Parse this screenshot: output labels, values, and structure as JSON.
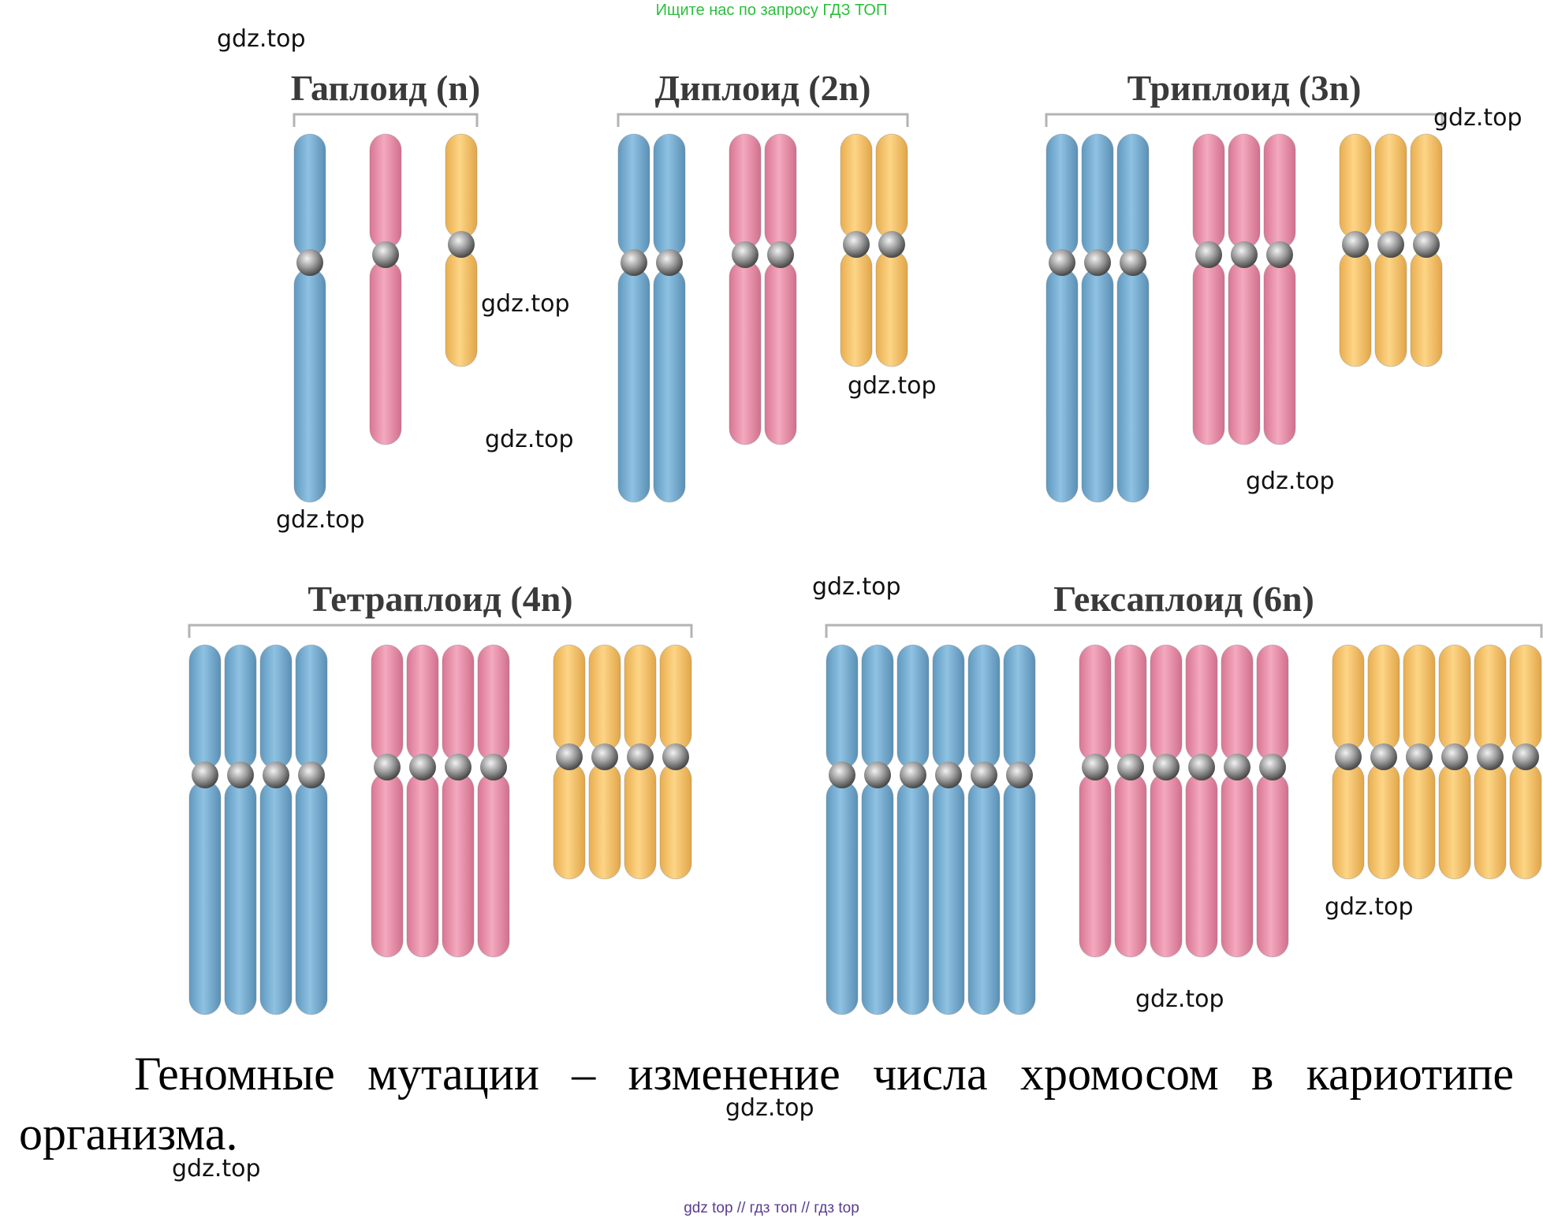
{
  "banner": "Ищите нас по запросу ГДЗ ТОП",
  "groups": [
    {
      "label": "Гаплоид (n)",
      "copies": 1
    },
    {
      "label": "Диплоид (2n)",
      "copies": 2
    },
    {
      "label": "Триплоид (3n)",
      "copies": 3
    },
    {
      "label": "Тетраплоид (4n)",
      "copies": 4
    },
    {
      "label": "Гексаплоид (6n)",
      "copies": 6
    }
  ],
  "chromosome_colors": {
    "blue": "#7fb4d6",
    "pink": "#ea94ad",
    "yellow": "#f8c76d",
    "centromere": "#8a8a8a",
    "bracket": "#b0b0b0"
  },
  "caption": {
    "line1_words": [
      "Геномные",
      "мутации",
      "–",
      "изменение",
      "числа",
      "хромосом",
      "в",
      "кариотипе"
    ],
    "line2": "организма."
  },
  "watermark": "gdz.top",
  "footer": "gdz top  //  гдз топ  //  гдз top"
}
